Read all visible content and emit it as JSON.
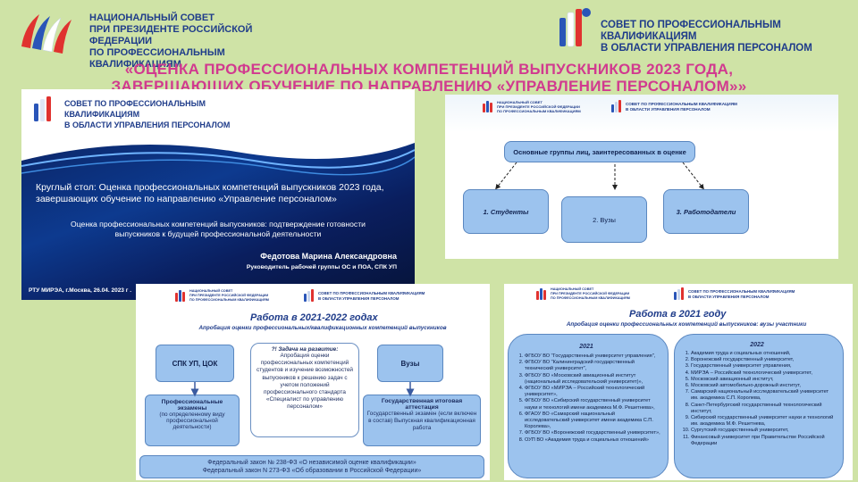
{
  "header": {
    "left_org": [
      "НАЦИОНАЛЬНЫЙ СОВЕТ",
      "ПРИ ПРЕЗИДЕНТЕ РОССИЙСКОЙ ФЕДЕРАЦИИ",
      "ПО ПРОФЕССИОНАЛЬНЫМ КВАЛИФИКАЦИЯМ"
    ],
    "right_org": [
      "СОВЕТ ПО ПРОФЕССИОНАЛЬНЫМ КВАЛИФИКАЦИЯМ",
      "В ОБЛАСТИ УПРАВЛЕНИЯ ПЕРСОНАЛОМ"
    ],
    "title_line1": "«ОЦЕНКА ПРОФЕССИОНАЛЬНЫХ КОМПЕТЕНЦИЙ ВЫПУСКНИКОВ 2023 ГОДА,",
    "title_line2": "ЗАВЕРШАЮЩИХ ОБУЧЕНИЕ ПО НАПРАВЛЕНИЮ «УПРАВЛЕНИЕ ПЕРСОНАЛОМ»»"
  },
  "slide1": {
    "org": [
      "СОВЕТ ПО ПРОФЕССИОНАЛЬНЫМ КВАЛИФИКАЦИЯМ",
      "В ОБЛАСТИ УПРАВЛЕНИЯ ПЕРСОНАЛОМ"
    ],
    "title": "Круглый стол: Оценка профессиональных компетенций выпускников 2023 года, завершающих обучение по направлению «Управление персоналом»",
    "subtitle": "Оценка профессиональных компетенций выпускников: подтверждение готовности выпускников к будущей профессиональной деятельности",
    "speaker": "Федотова Марина Александровна",
    "role": "Руководитель рабочей группы ОС и ПОА, СПК УП",
    "footer": "РТУ МИРЭА, г.Москва,  26.04. 2023 г ."
  },
  "slide2": {
    "mini_left": [
      "НАЦИОНАЛЬНЫЙ СОВЕТ",
      "ПРИ ПРЕЗИДЕНТЕ РОССИЙСКОЙ ФЕДЕРАЦИИ",
      "ПО ПРОФЕССИОНАЛЬНЫМ КВАЛИФИКАЦИЯМ"
    ],
    "mini_right": [
      "СОВЕТ ПО ПРОФЕССИОНАЛЬНЫМ КВАЛИФИКАЦИЯМ",
      "В ОБЛАСТИ УПРАВЛЕНИЯ ПЕРСОНАЛОМ"
    ],
    "top_box": "Основные группы лиц, заинтересованных в оценке",
    "box1": "1.  Студенты",
    "box2": "2. Вузы",
    "box3": "3. Работодатели"
  },
  "slide3": {
    "mini_left": [
      "НАЦИОНАЛЬНЫЙ СОВЕТ",
      "ПРИ ПРЕЗИДЕНТЕ РОССИЙСКОЙ ФЕДЕРАЦИИ",
      "ПО ПРОФЕССИОНАЛЬНЫМ КВАЛИФИКАЦИЯМ"
    ],
    "mini_right": [
      "СОВЕТ ПО ПРОФЕССИОНАЛЬНЫМ КВАЛИФИКАЦИЯМ",
      "В ОБЛАСТИ УПРАВЛЕНИЯ ПЕРСОНАЛОМ"
    ],
    "title": "Работа в 2021-2022 годах",
    "subtitle": "Апробация оценки профессиональных/квалификационных компетенций выпускников",
    "box_spk": "СПК УП, ЦОК",
    "box_vuzy": "Вузы",
    "task_head": "?! Задача на развитие:",
    "task_body": "Апробация оценки профессиональных компетенций студентов и изучение возможностей выпускников к решению задач с учетом положений профессионального стандарта «Специалист по управлению персоналом»",
    "prof_head": "Профессиональные экзамены",
    "prof_body": "(по определенному виду профессиональной деятельности)",
    "gia_head": "Государственная итоговая аттестация",
    "gia_body": "Государственный экзамен (если включен в состав) Выпускная квалификационная работа",
    "law1": "Федеральный закон № 238-ФЗ «О независимой оценке квалификации»",
    "law2": "Федеральный закон N 273-ФЗ «Об образовании в Российской Федерации»"
  },
  "slide4": {
    "mini_left": [
      "НАЦИОНАЛЬНЫЙ СОВЕТ",
      "ПРИ ПРЕЗИДЕНТЕ РОССИЙСКОЙ ФЕДЕРАЦИИ",
      "ПО ПРОФЕССИОНАЛЬНЫМ КВАЛИФИКАЦИЯМ"
    ],
    "mini_right": [
      "СОВЕТ ПО ПРОФЕССИОНАЛЬНЫМ КВАЛИФИКАЦИЯМ",
      "В ОБЛАСТИ УПРАВЛЕНИЯ ПЕРСОНАЛОМ"
    ],
    "title": "Работа в 2021 году",
    "subtitle": "Апробация оценки профессиональных компетенций выпускников: вузы участники",
    "year_left": "2021",
    "year_right": "2022",
    "list_2021": [
      "ФГБОУ ВО \"Государственный университет управления\",",
      "ФГБОУ ВО \"Калининградский государственный технический университет\",",
      "ФГБОУ ВО «Московский авиационный институт (национальный исследовательский университет)»,",
      "ФГБОУ ВО «МИРЭА – Российский технологический университет»,",
      "ФГБОУ ВО «Сибирский государственный университет науки и технологий имени академика М.Ф. Решетнева»,",
      "ФГАОУ ВО «Самарский национальный исследовательский университет имени академика С.П. Королева»,",
      "ФГБОУ ВО «Воронежский государственный университет»,",
      "ОУП ВО «Академия труда и социальных отношений»"
    ],
    "list_2022": [
      "Академия труда и социальных отношений,",
      "Воронежский государственный университет,",
      "Государственный университет управления,",
      "МИРЭА – Российский технологический университет,",
      "Московский авиационный институт,",
      "Московский автомобильно-дорожный институт,",
      "Самарский национальный исследовательский университет им. академика С.П. Королева,",
      "Санкт-Петербургский государственный технологический институт,",
      "Сибирский государственный университет науки и технологий им. академика М.Ф. Решетнева,",
      "Сургутский государственный университет,",
      "Финансовый университет при Правительстве Российской Федерации"
    ]
  },
  "colors": {
    "background": "#cfe3a6",
    "title_pink": "#d13a8f",
    "box_blue": "#9cc3ee",
    "dark_navy": "#0b1f5c"
  }
}
